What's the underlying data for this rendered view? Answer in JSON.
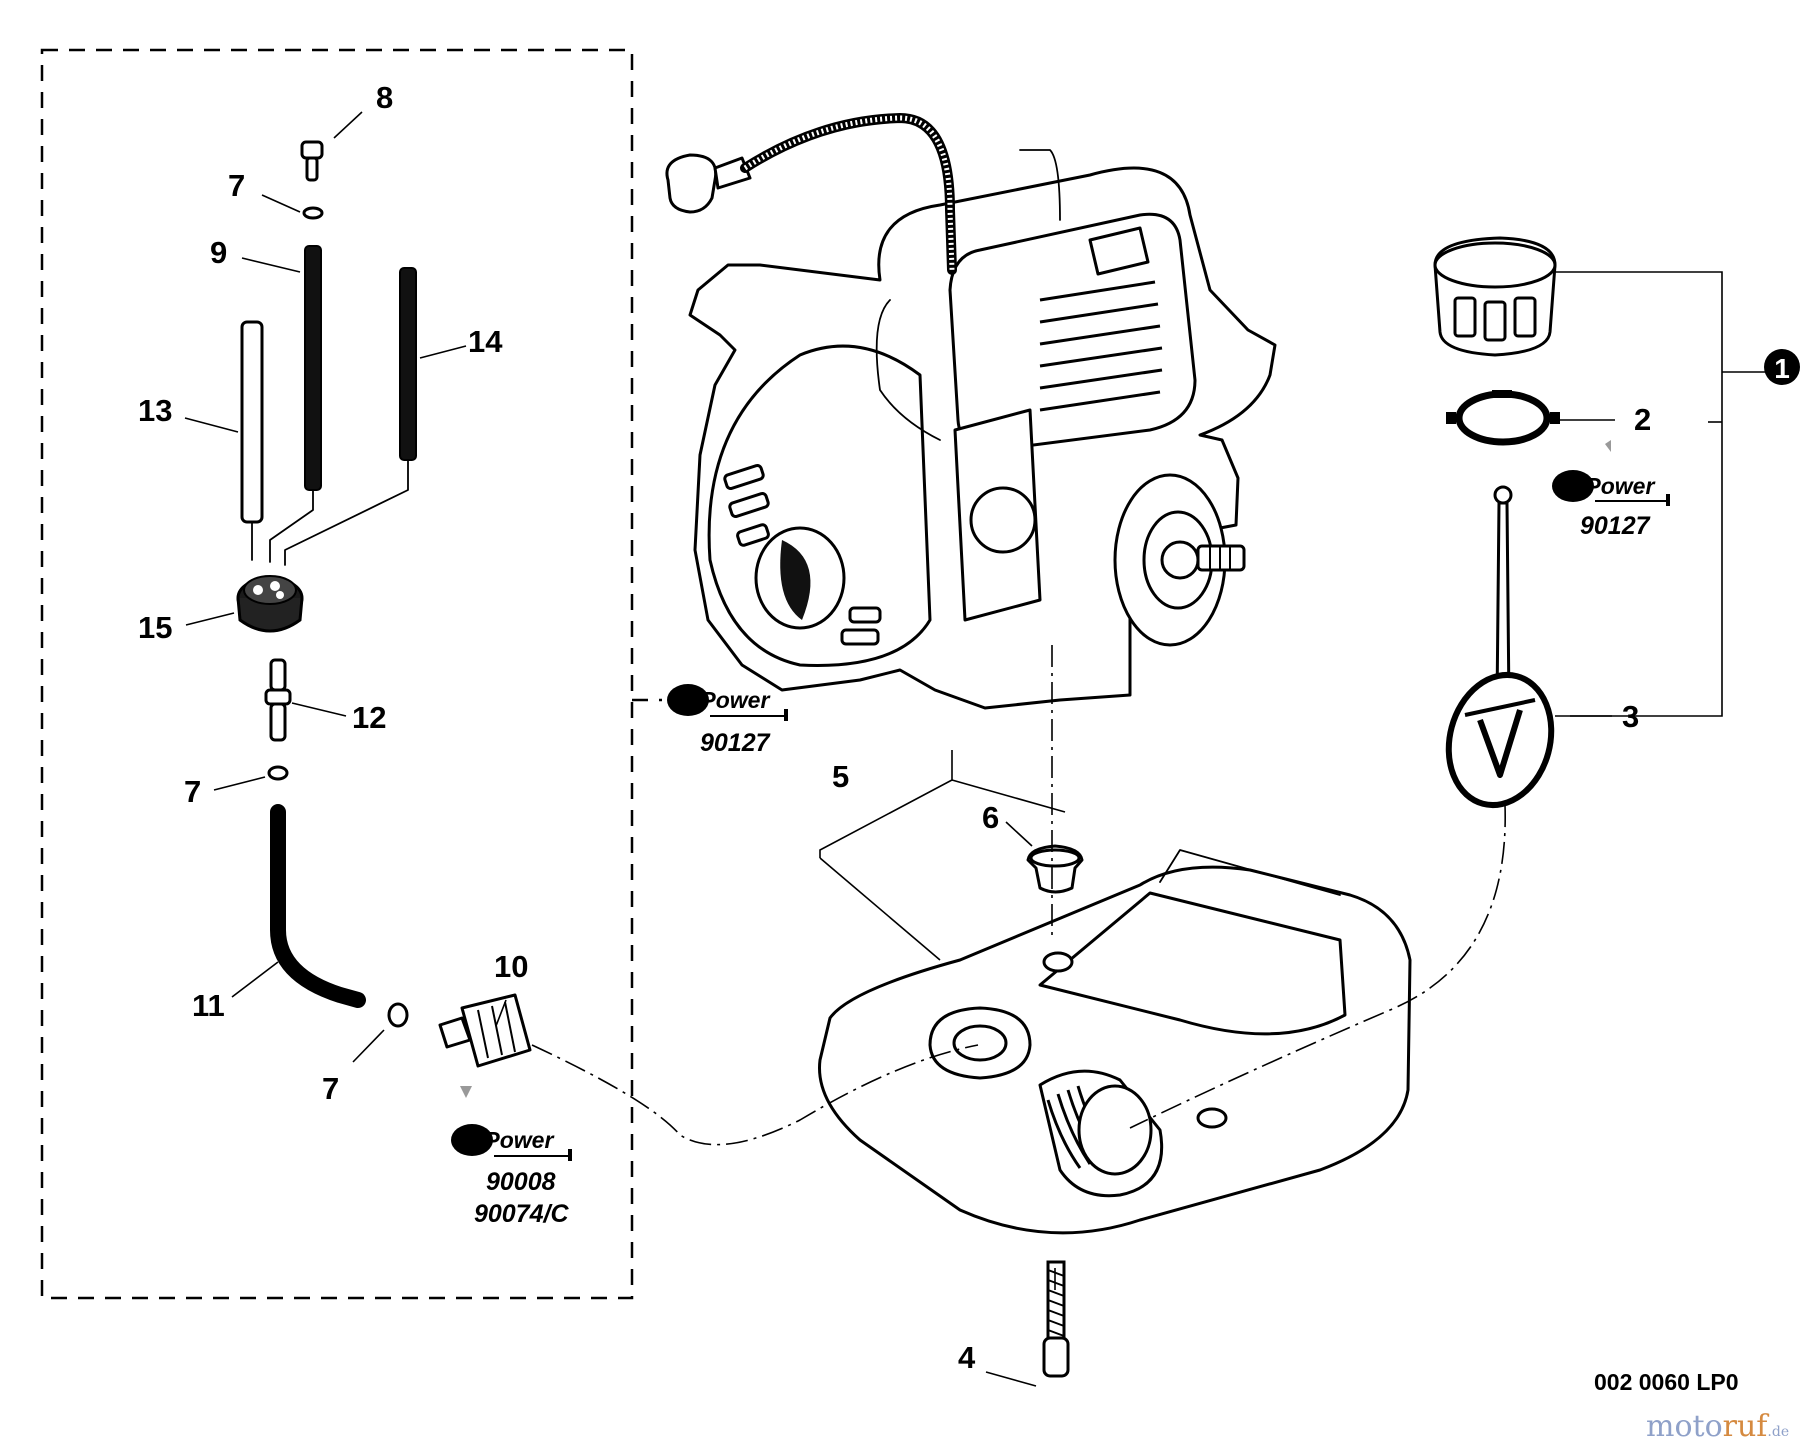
{
  "callouts": {
    "c1": "1",
    "c2": "2",
    "c3": "3",
    "c4": "4",
    "c5": "5",
    "c6": "6",
    "c7a": "7",
    "c7b": "7",
    "c7c": "7",
    "c8": "8",
    "c9": "9",
    "c10": "10",
    "c11": "11",
    "c12": "12",
    "c13": "13",
    "c14": "14",
    "c15": "15"
  },
  "repower": {
    "logo_text": "RePower",
    "ref_cap_ring": "90127",
    "ref_kit": "90127",
    "ref_filter_1": "90008",
    "ref_filter_2": "90074/C"
  },
  "drawing_code": "002 0060 LP0",
  "watermark": {
    "part1": "moto",
    "part2": "ruf",
    "part3": ".de"
  },
  "icons": [
    "repower-logo-icon"
  ]
}
